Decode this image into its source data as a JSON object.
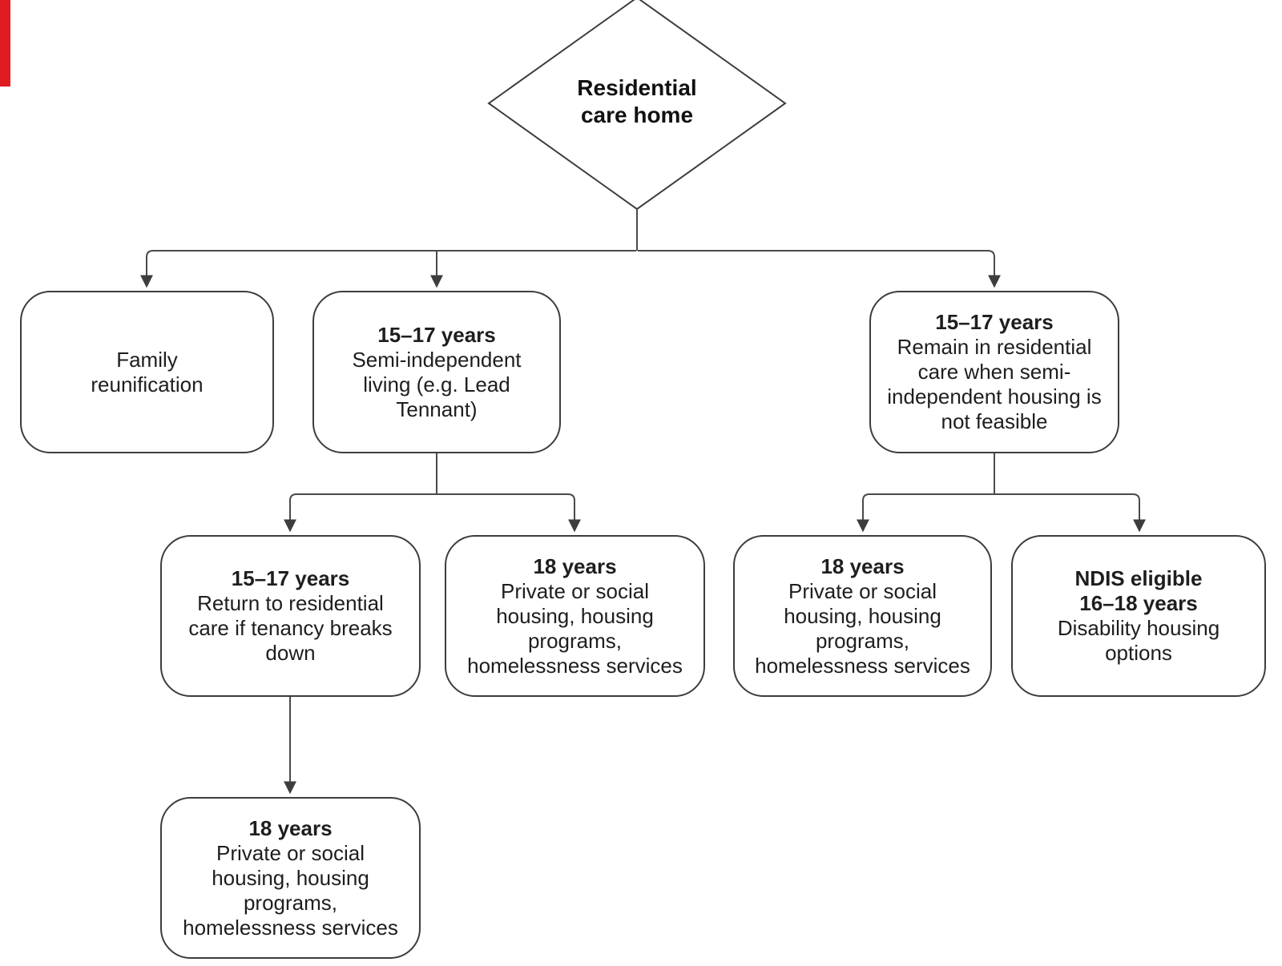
{
  "decoration": {
    "red_mark_color": "#e01b22",
    "line_color": "#3d3d3d"
  },
  "root": {
    "title": "Residential\ncare home"
  },
  "nodes": [
    {
      "name": "family-reunification",
      "title": "",
      "body": "Family\nreunification"
    },
    {
      "name": "semi-independent-living",
      "title": "15–17 years",
      "body": "Semi-independent\nliving (e.g. Lead\nTennant)"
    },
    {
      "name": "remain-in-residential-care",
      "title": "15–17 years",
      "body": "Remain in residential\ncare when semi-\nindependent housing is\nnot feasible"
    },
    {
      "name": "return-to-residential-care",
      "title": "15–17 years",
      "body": "Return to residential\ncare if tenancy breaks\ndown"
    },
    {
      "name": "housing-18-years-left",
      "title": "18 years",
      "body": "Private or social\nhousing, housing\nprograms,\nhomelessness services"
    },
    {
      "name": "housing-18-years-right",
      "title": "18 years",
      "body": "Private or social\nhousing, housing\nprograms,\nhomelessness services"
    },
    {
      "name": "ndis-eligible",
      "title": "NDIS eligible\n16–18 years",
      "body": "Disability housing\noptions"
    },
    {
      "name": "housing-18-years-bottom",
      "title": "18 years",
      "body": "Private or social\nhousing, housing\nprograms,\nhomelessness services"
    }
  ]
}
